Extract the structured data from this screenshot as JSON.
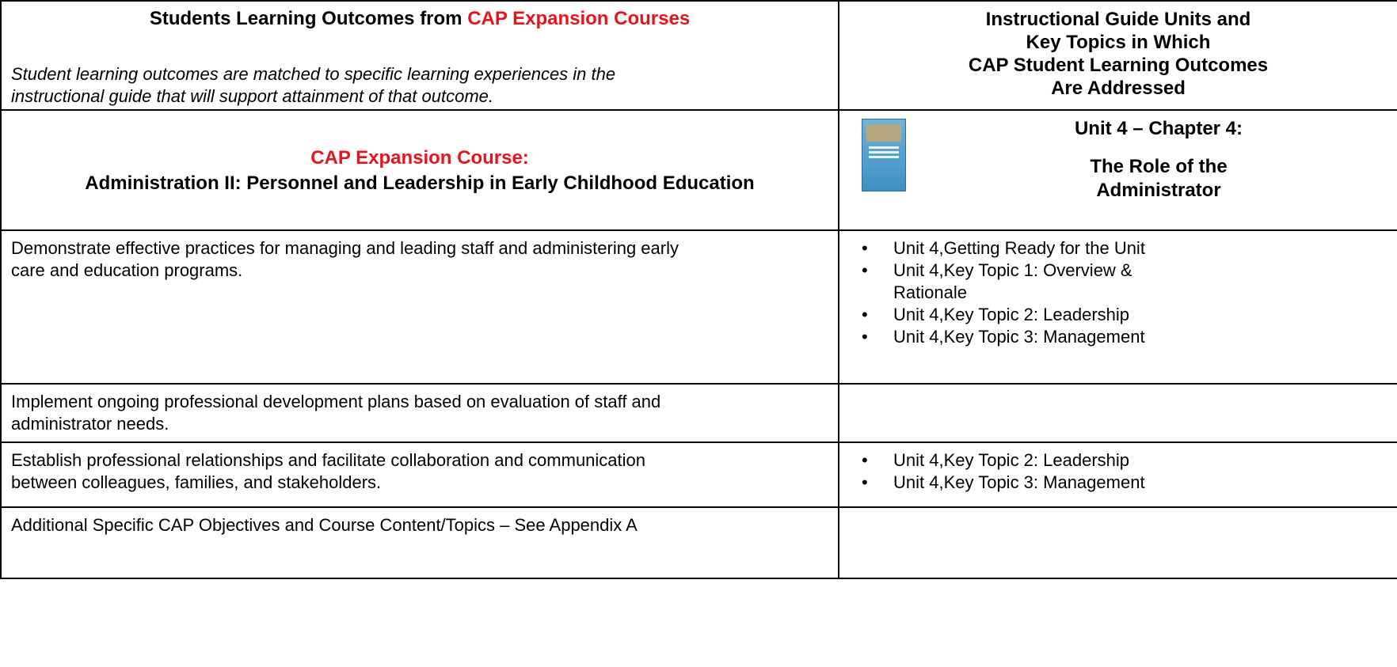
{
  "header": {
    "left_title_prefix": "Students Learning Outcomes from ",
    "left_title_highlight": "CAP Expansion Courses",
    "left_note_line1": "Student learning outcomes are matched to specific learning experiences in the",
    "left_note_line2": "instructional guide that will support attainment of that outcome.",
    "right_lines": [
      "Instructional Guide Units and",
      "Key Topics in Which",
      "CAP Student Learning Outcomes",
      "Are Addressed"
    ]
  },
  "course": {
    "label": "CAP Expansion Course:",
    "name": "Administration II: Personnel and Leadership in Early Childhood Education",
    "unit_line1": "Unit 4 – Chapter 4:",
    "unit_line2": "The Role of the",
    "unit_line3": "Administrator",
    "book_icon": "book-cover-icon"
  },
  "rows": [
    {
      "outcome_line1": "Demonstrate effective practices for managing and leading staff and administering early",
      "outcome_line2": "care and education programs.",
      "topics": [
        "Unit 4,Getting Ready for the Unit",
        "Unit 4,Key Topic 1: Overview &",
        "Unit 4,Key Topic 2: Leadership",
        "Unit 4,Key Topic 3: Management"
      ],
      "topic_continuation": "Rationale"
    },
    {
      "outcome_line1": "Implement ongoing professional development plans based on evaluation of staff and",
      "outcome_line2": "administrator needs.",
      "topics": []
    },
    {
      "outcome_line1": "Establish professional relationships and facilitate collaboration and communication",
      "outcome_line2": "between colleagues, families, and stakeholders.",
      "topics": [
        "Unit 4,Key Topic 2: Leadership",
        "Unit 4,Key Topic 3: Management"
      ]
    },
    {
      "outcome_line1": "Additional Specific CAP Objectives and Course Content/Topics – See Appendix A",
      "topics": []
    }
  ],
  "bullet": "•",
  "colors": {
    "highlight": "#e8141b",
    "border": "#000000",
    "book": "#3f8fc4"
  }
}
